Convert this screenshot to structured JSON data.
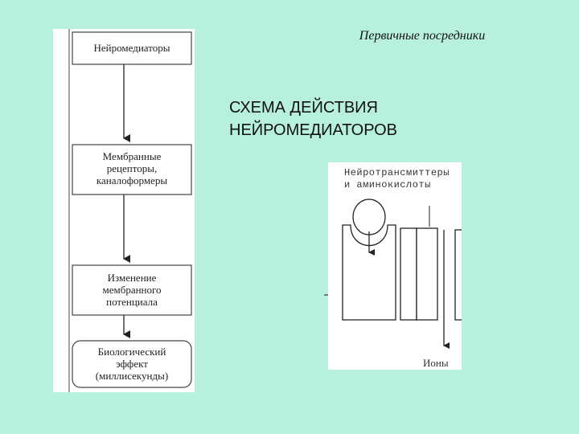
{
  "titles": {
    "secondary_messengers": "Первичные посредники",
    "main": "СХЕМА ДЕЙСТВИЯ\nНЕЙРОМЕДИАТОРОВ"
  },
  "flowchart": {
    "boxes": [
      {
        "label": "Нейромедиаторы"
      },
      {
        "label": "Мембранные\nрецепторы,\nканалоформеры"
      },
      {
        "label": "Изменение\nмембранного\nпотенциала"
      },
      {
        "label": "Биологический\nэффект\n(миллисекунды)"
      }
    ]
  },
  "neuro_diagram": {
    "heading": "Нейротрансмиттеры\nи  аминокислоты",
    "ions_label": "Ионы"
  },
  "colors": {
    "background": "#b8f0e0",
    "panel": "#ffffff",
    "ink": "#222222"
  }
}
